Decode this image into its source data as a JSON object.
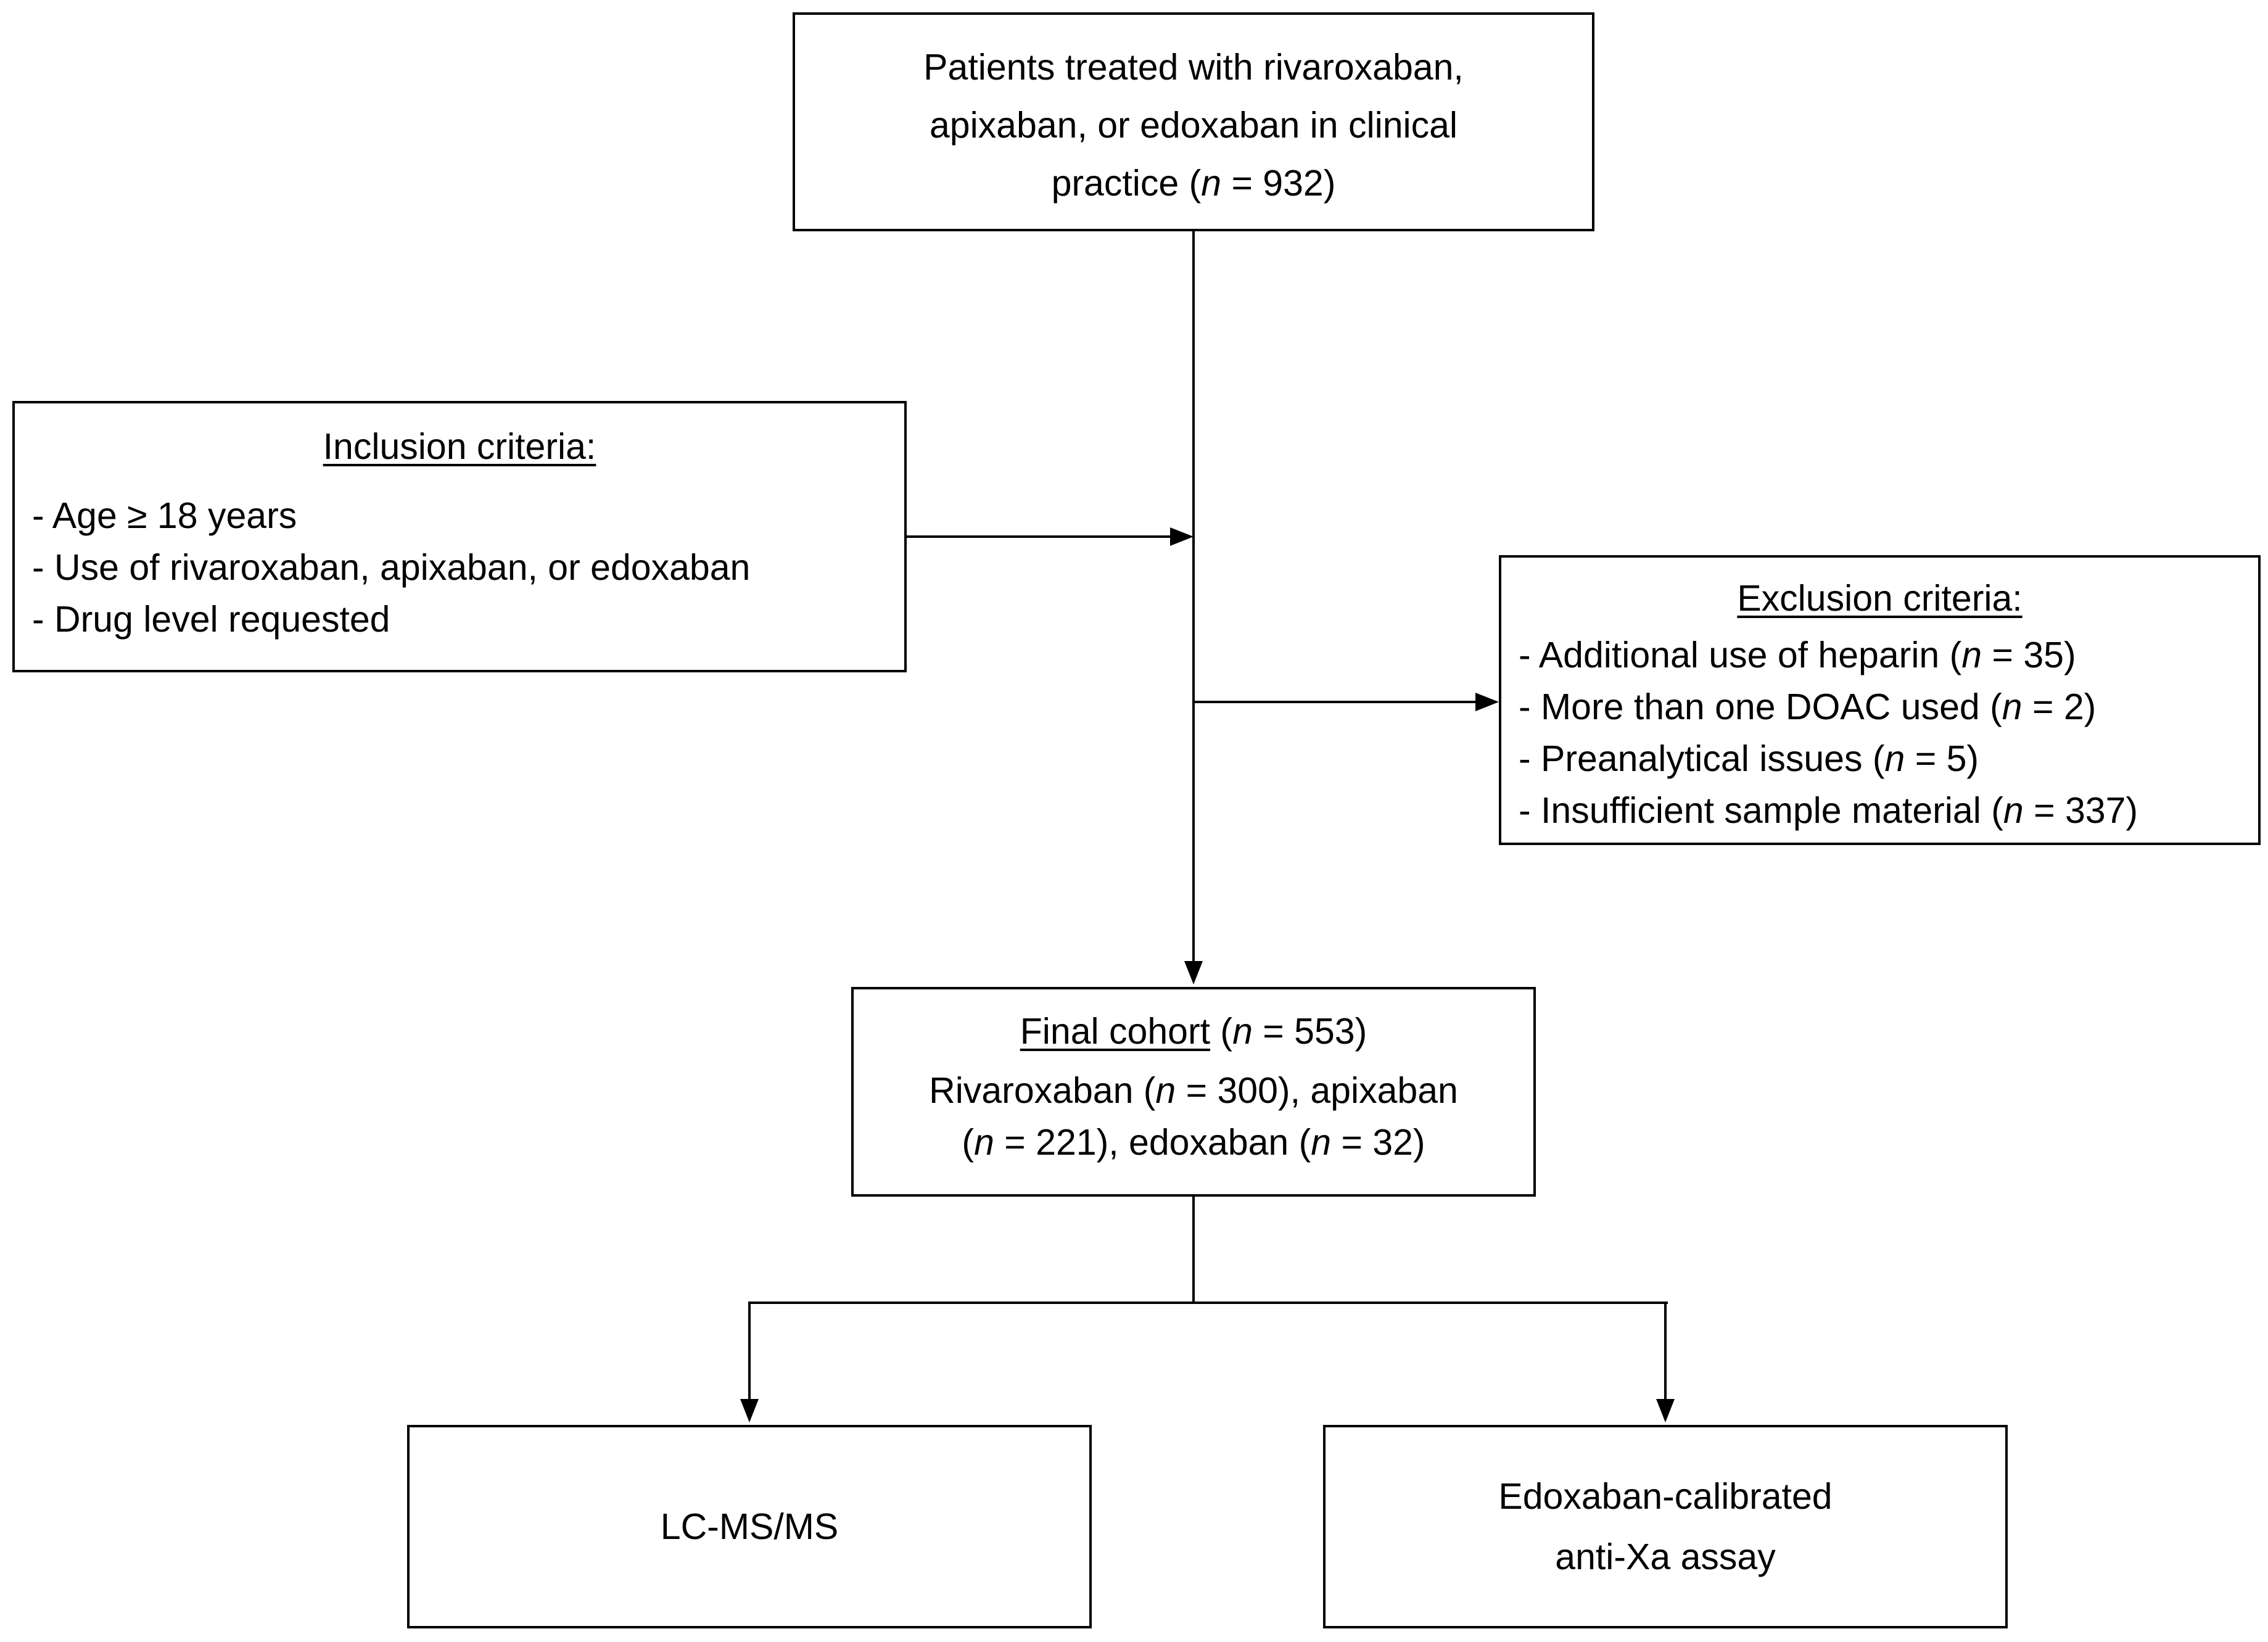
{
  "figure": {
    "type": "flowchart",
    "background": "#ffffff",
    "line_color": "#000000",
    "text_color": "#000000"
  },
  "boxes": {
    "patients": {
      "lines": [
        [
          {
            "t": "Patients treated with rivaroxaban,"
          }
        ],
        [
          {
            "t": "apixaban, or edoxaban in clinical"
          }
        ],
        [
          {
            "t": "practice ("
          },
          {
            "t": "n",
            "i": true
          },
          {
            "t": " = 932)"
          }
        ]
      ]
    },
    "inclusion": {
      "title": [
        {
          "t": "Inclusion criteria:",
          "u": true
        }
      ],
      "items": [
        [
          {
            "t": "- Age ≥ 18 years"
          }
        ],
        [
          {
            "t": "- Use of rivaroxaban, apixaban, or edoxaban"
          }
        ],
        [
          {
            "t": "- Drug level requested"
          }
        ]
      ]
    },
    "exclusion": {
      "title": [
        {
          "t": "Exclusion criteria:",
          "u": true
        }
      ],
      "items": [
        [
          {
            "t": "- Additional use of heparin ("
          },
          {
            "t": "n",
            "i": true
          },
          {
            "t": " = 35)"
          }
        ],
        [
          {
            "t": "- More than one DOAC used ("
          },
          {
            "t": "n",
            "i": true
          },
          {
            "t": " = 2)"
          }
        ],
        [
          {
            "t": "- Preanalytical issues ("
          },
          {
            "t": "n",
            "i": true
          },
          {
            "t": " = 5)"
          }
        ],
        [
          {
            "t": "- Insufficient sample material ("
          },
          {
            "t": "n",
            "i": true
          },
          {
            "t": " = 337)"
          }
        ]
      ]
    },
    "final": {
      "title": [
        {
          "t": "Final cohort",
          "u": true
        },
        {
          "t": " ("
        },
        {
          "t": "n",
          "i": true
        },
        {
          "t": " = 553)"
        }
      ],
      "lines": [
        [
          {
            "t": "Rivaroxaban ("
          },
          {
            "t": "n",
            "i": true
          },
          {
            "t": " = 300), apixaban"
          }
        ],
        [
          {
            "t": "("
          },
          {
            "t": "n",
            "i": true
          },
          {
            "t": " = 221), edoxaban ("
          },
          {
            "t": "n",
            "i": true
          },
          {
            "t": " = 32)"
          }
        ]
      ]
    },
    "lcms": {
      "lines": [
        [
          {
            "t": "LC-MS/MS"
          }
        ]
      ]
    },
    "antixa": {
      "lines": [
        [
          {
            "t": "Edoxaban-calibrated"
          }
        ],
        [
          {
            "t": "anti-Xa assay"
          }
        ]
      ]
    }
  }
}
